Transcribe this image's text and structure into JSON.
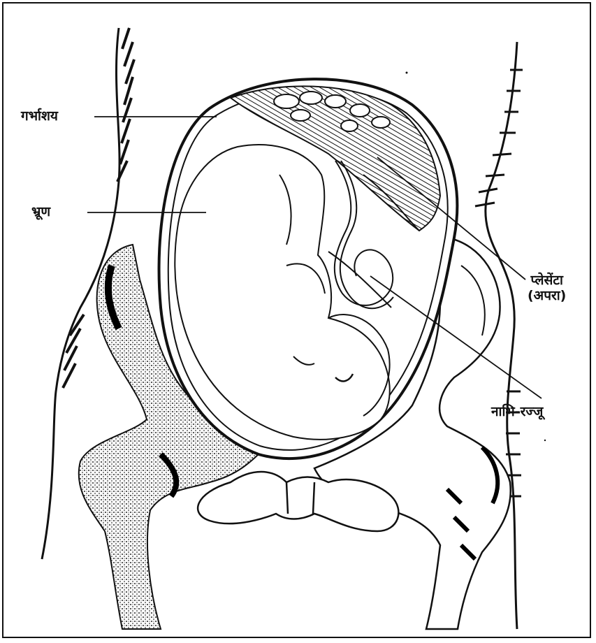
{
  "labels": {
    "uterus": "गर्भाशय",
    "fetus": "भ्रूण",
    "placenta_line1": "प्लेसेंटा",
    "placenta_line2": "(अपरा)",
    "umbilical_cord": "नाभि-रज्जू"
  },
  "colors": {
    "ink": "#111111",
    "paper": "#ffffff",
    "shade": "#555555"
  }
}
